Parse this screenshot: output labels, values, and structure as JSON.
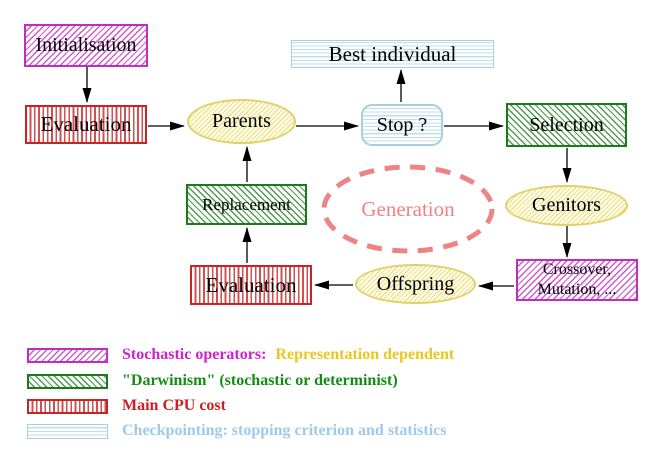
{
  "nodes": {
    "initialisation": "Initialisation",
    "evaluation_top": "Evaluation",
    "parents": "Parents",
    "best_individual": "Best individual",
    "stop": "Stop ?",
    "selection": "Selection",
    "replacement": "Replacement",
    "generation": "Generation",
    "genitors": "Genitors",
    "offspring": "Offspring",
    "evaluation_bottom": "Evaluation",
    "crossover_line1": "Crossover,",
    "crossover_line2": "Mutation, ..."
  },
  "legend": {
    "items": [
      {
        "swatch": "magenta-diagonal-hatch",
        "label": "Stochastic operators:",
        "label_suffix": "Representation dependent",
        "label_color": "#cc22cc",
        "suffix_color": "#e9c71f"
      },
      {
        "swatch": "green-diagonal-hatch",
        "label": "\"Darwinism\" (stochastic or determinist)",
        "label_color": "#148c14"
      },
      {
        "swatch": "red-vertical-stripes",
        "label": "Main CPU cost",
        "label_color": "#cc2020"
      },
      {
        "swatch": "cyan-horizontal-stripes",
        "label": "Checkpointing: stopping criterion and statistics",
        "label_color": "#9ec9e9"
      }
    ]
  },
  "colors": {
    "magenta": "#c02ec0",
    "red": "#c62525",
    "green": "#1b7a1b",
    "cyan": "#a8cfe0",
    "yellow": "#e2d06a",
    "salmon": "#ee8383",
    "arrow": "#000000",
    "background": "#ffffff"
  }
}
